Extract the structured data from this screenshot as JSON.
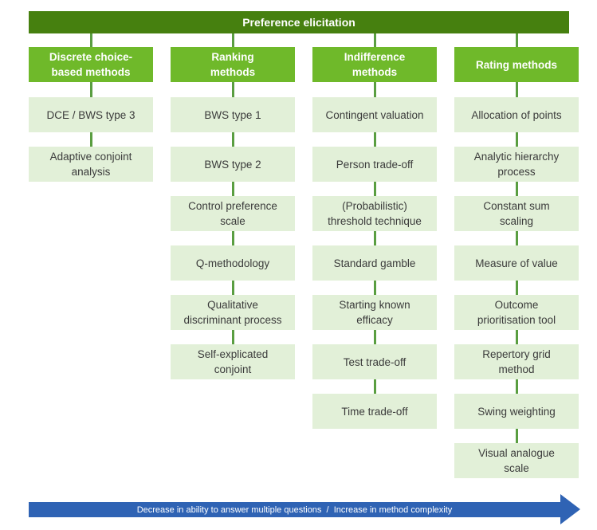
{
  "title": "Preference elicitation",
  "colors": {
    "title_bar": "#46800f",
    "header_green": "#6fb92a",
    "box_green": "#e2f0d8",
    "line_green": "#5a9e41",
    "arrow_blue": "#2f63b4",
    "box_text": "#3b3b3b",
    "header_text": "#ffffff"
  },
  "columns": [
    {
      "header": "Discrete choice-\nbased methods",
      "items": [
        "DCE / BWS type 3",
        "Adaptive conjoint\nanalysis"
      ]
    },
    {
      "header": "Ranking\nmethods",
      "items": [
        "BWS type 1",
        "BWS type 2",
        "Control preference\nscale",
        "Q-methodology",
        "Qualitative\ndiscriminant process",
        "Self-explicated\nconjoint"
      ]
    },
    {
      "header": "Indifference\nmethods",
      "items": [
        "Contingent valuation",
        "Person trade-off",
        "(Probabilistic)\nthreshold technique",
        "Standard gamble",
        "Starting known\nefficacy",
        "Test trade-off",
        "Time trade-off"
      ]
    },
    {
      "header": "Rating methods",
      "items": [
        "Allocation of points",
        "Analytic hierarchy\nprocess",
        "Constant sum\nscaling",
        "Measure of value",
        "Outcome\nprioritisation tool",
        "Repertory grid\nmethod",
        "Swing weighting",
        "Visual analogue\nscale"
      ]
    }
  ],
  "footer_arrow": {
    "label": "Decrease in ability to answer multiple questions  /  Increase in method complexity"
  }
}
